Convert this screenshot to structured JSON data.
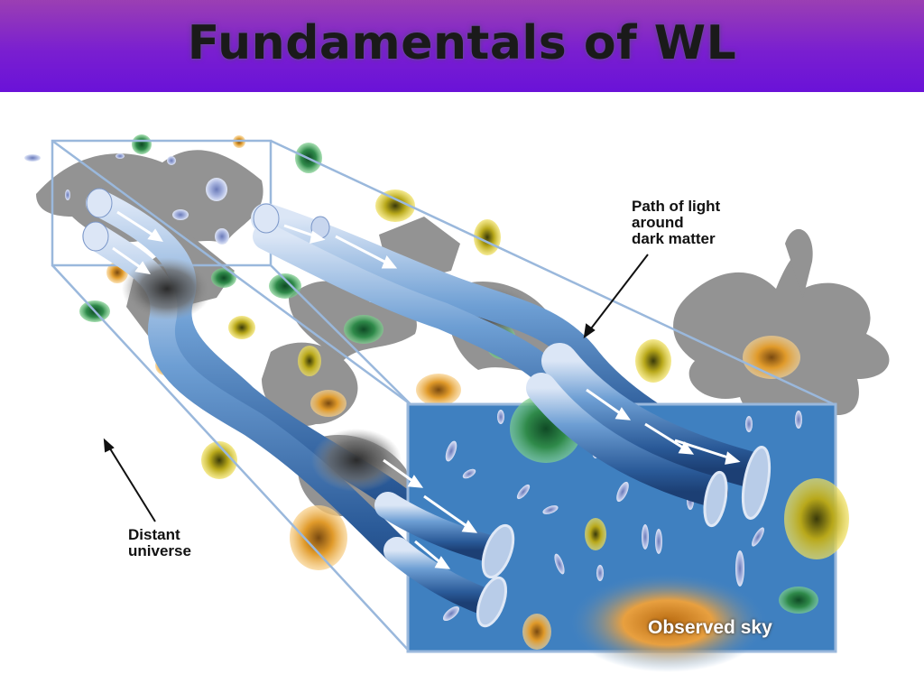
{
  "slide": {
    "title": "Fundamentals of WL"
  },
  "diagram": {
    "labels": {
      "path_of_light": "Path of light\naround\ndark matter",
      "distant_universe": "Distant\nuniverse",
      "observed_sky": "Observed sky"
    },
    "colors": {
      "title_band_top": "#9b3fb3",
      "title_band_bottom": "#6a12d8",
      "light_tube": "#3d6fae",
      "observed_panel": "#3f7fbf",
      "dark_matter": "#5a5a5a",
      "galaxy_green": "#2f8a4a",
      "galaxy_yellow": "#b8a81a",
      "galaxy_orange": "#e09a2a"
    },
    "icons": [
      "arrow-icon"
    ]
  }
}
